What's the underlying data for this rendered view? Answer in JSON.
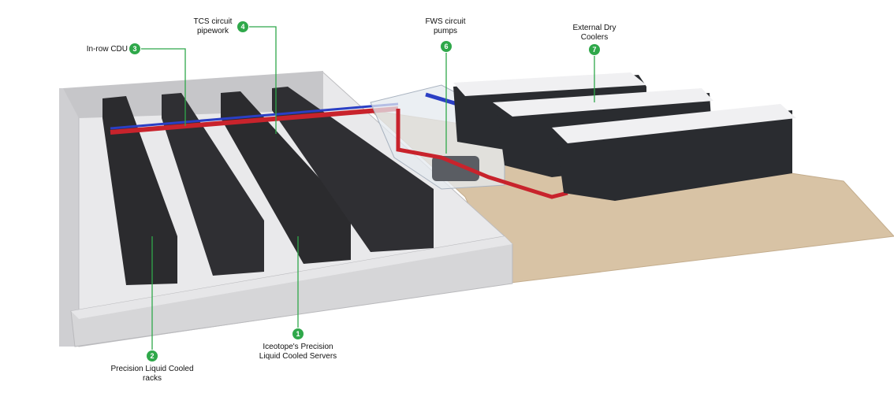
{
  "callouts": [
    {
      "id": "1",
      "label": "Iceotope's Precision\nLiquid Cooled Servers"
    },
    {
      "id": "2",
      "label": "Precision Liquid Cooled\nracks"
    },
    {
      "id": "3",
      "label": "In-row CDU"
    },
    {
      "id": "4",
      "label": "TCS circuit\npipework"
    },
    {
      "id": "6",
      "label": "FWS circuit\npumps"
    },
    {
      "id": "7",
      "label": "External Dry\nCoolers"
    }
  ],
  "colors": {
    "callout_green": "#2fa84a",
    "pipe_red": "#c8232c",
    "pipe_blue": "#2b3fc4",
    "floor": "#d8c3a5",
    "wall": "#d6d6d8",
    "rack": "#2b2b2e"
  }
}
